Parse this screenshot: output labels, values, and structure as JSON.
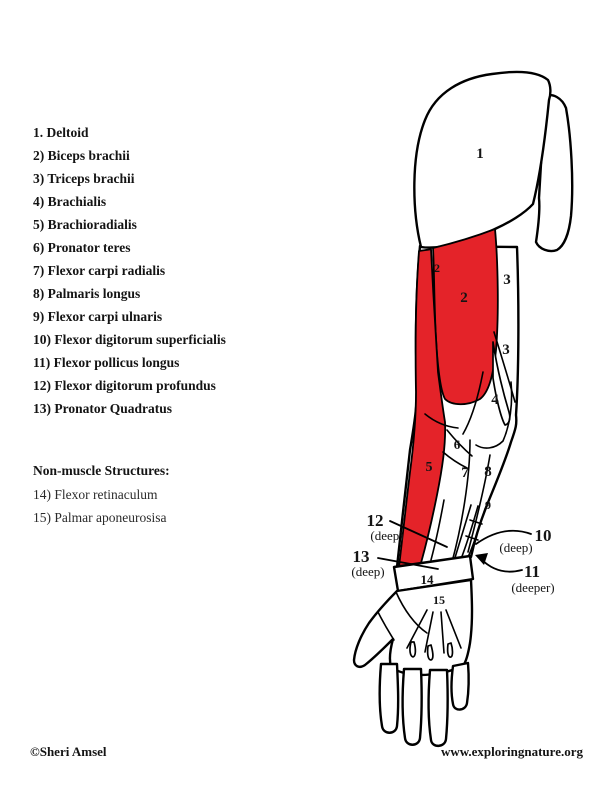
{
  "legend": {
    "muscles": [
      "1. Deltoid",
      "2) Biceps brachii",
      "3) Triceps brachii",
      "4) Brachialis",
      "5) Brachioradialis",
      "6) Pronator teres",
      "7) Flexor carpi radialis",
      "8) Palmaris longus",
      "9) Flexor carpi ulnaris",
      "10) Flexor digitorum superficialis",
      "11) Flexor pollicus longus",
      "12) Flexor digitorum profundus",
      "13) Pronator Quadratus"
    ],
    "non_muscle_heading": "Non-muscle Structures:",
    "non_muscles": [
      "14) Flexor retinaculum",
      "15) Palmar aponeurosisa"
    ]
  },
  "diagram": {
    "colors": {
      "muscle_red": "#e42329",
      "outline": "#000000"
    },
    "labels": {
      "deltoid": "1",
      "biceps_small": "2",
      "biceps": "2",
      "triceps_upper": "3",
      "triceps_lower": "3",
      "brachialis": "4",
      "brachioradialis": "5",
      "pronator_teres": "6",
      "flexor_carpi_radialis": "7",
      "palmaris_longus": "8",
      "flexor_carpi_ulnaris": "9",
      "fds": "10",
      "fds_depth": "(deep)",
      "fpl": "11",
      "fpl_depth": "(deeper)",
      "fdp": "12",
      "fdp_depth": "(deep)",
      "pronator_quadratus": "13",
      "pq_depth": "(deep)",
      "flexor_retinaculum": "14",
      "palmar_aponeurosis": "15"
    }
  },
  "footer": {
    "credit": "©Sheri Amsel",
    "website": "www.exploringnature.org"
  }
}
